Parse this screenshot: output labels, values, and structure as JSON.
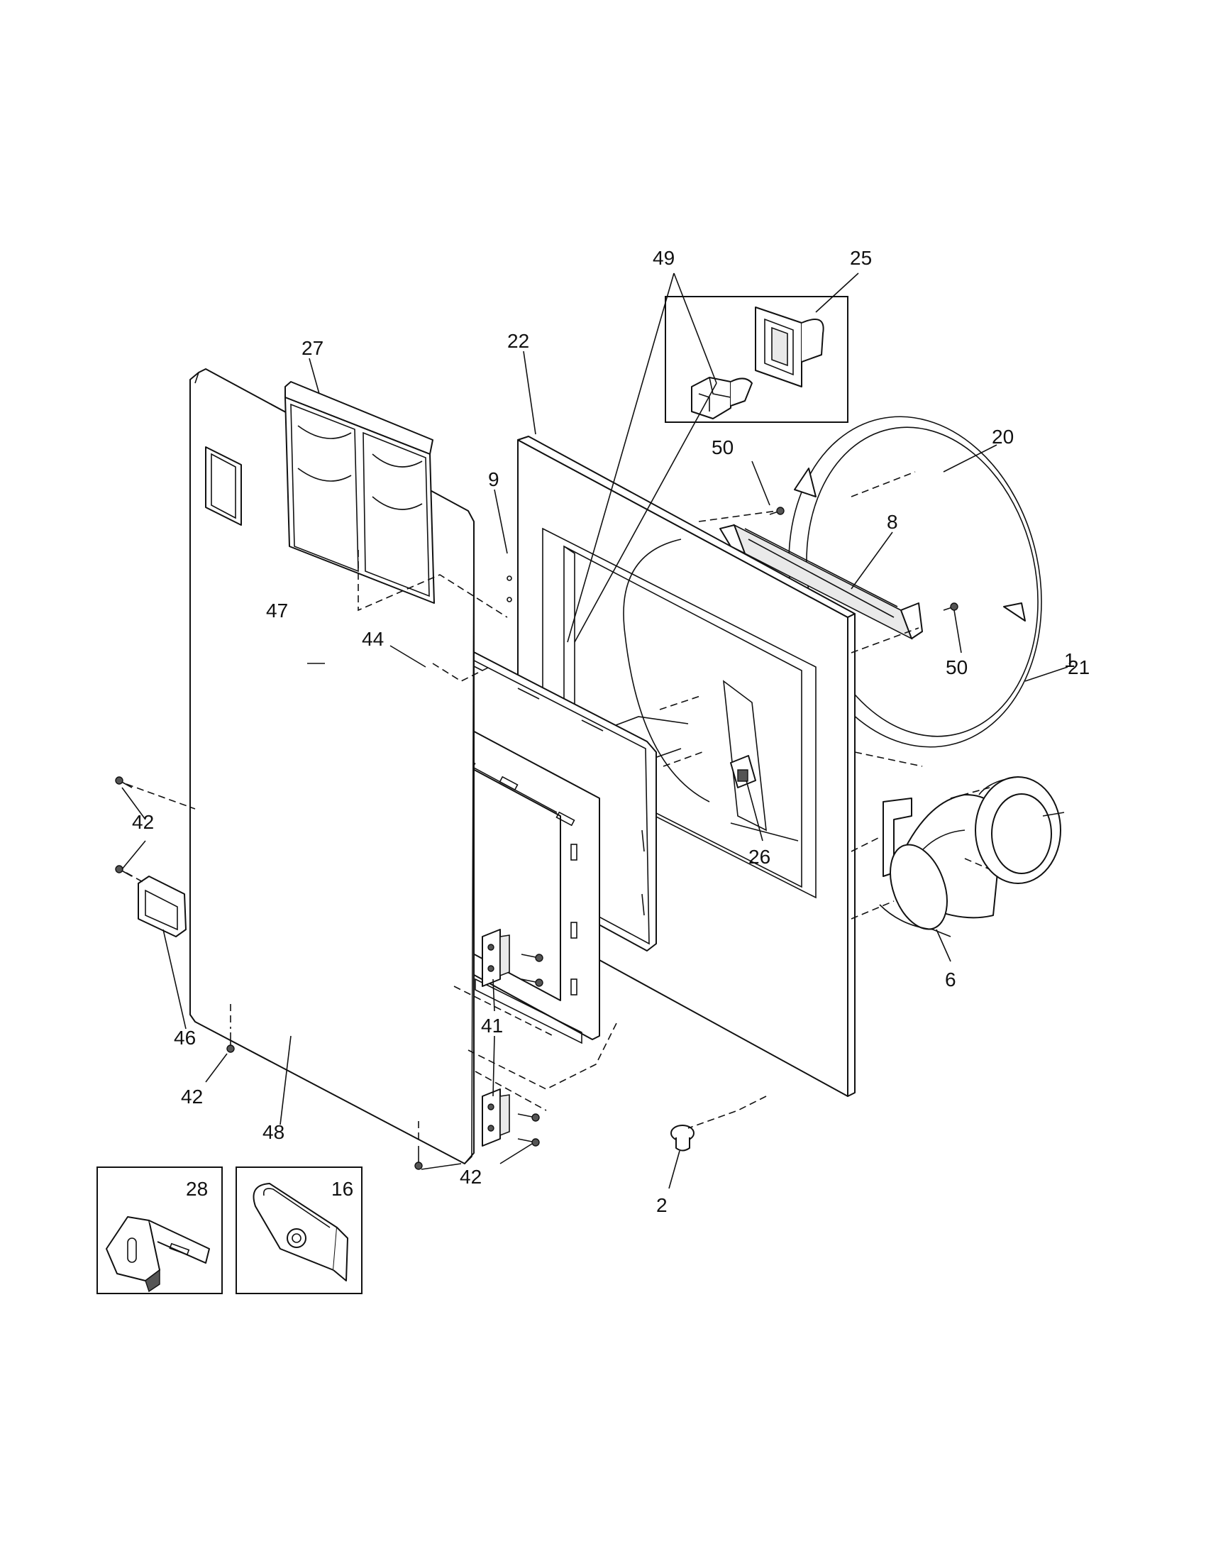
{
  "callouts": {
    "c1": "1",
    "c2": "2",
    "c6": "6",
    "c8": "8",
    "c9": "9",
    "c16": "16",
    "c20": "20",
    "c21": "21",
    "c22": "22",
    "c25": "25",
    "c26": "26",
    "c27": "27",
    "c28": "28",
    "c41": "41",
    "c42a": "42",
    "c42b": "42",
    "c42c": "42",
    "c44": "44",
    "c46": "46",
    "c47": "47",
    "c48": "48",
    "c49": "49",
    "c50a": "50",
    "c50b": "50"
  }
}
